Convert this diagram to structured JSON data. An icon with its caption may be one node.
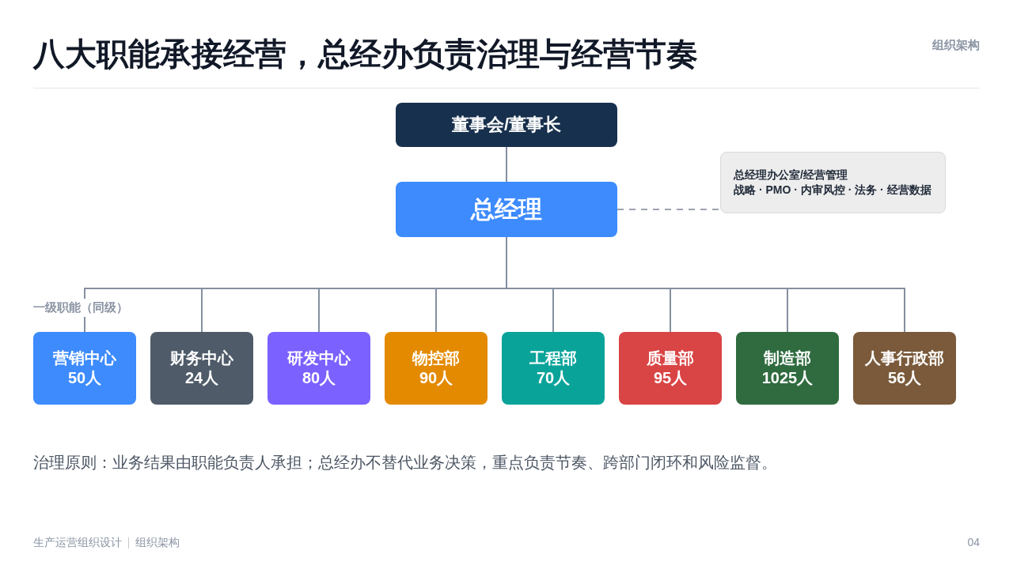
{
  "diagram": {
    "title": "八大职能承接经营，总经办负责治理与经营节奏",
    "nodes": [
      {
        "text": [
          "董事会/董事长"
        ]
      },
      {
        "text": [
          "总经理"
        ]
      },
      {
        "text": [
          "总经理办公室/经营管理",
          "战略 · PMO · 内审风控 · 法务 · 经营数据"
        ]
      },
      {
        "text": [
          "营销中心",
          "50人"
        ]
      },
      {
        "text": [
          "财务中心",
          "24人"
        ]
      },
      {
        "text": [
          "研发中心",
          "80人"
        ]
      },
      {
        "text": [
          "物控部",
          "90人"
        ]
      },
      {
        "text": [
          "工程部",
          "70人"
        ]
      },
      {
        "text": [
          "质量部",
          "95人"
        ]
      },
      {
        "text": [
          "制造部",
          "1025人"
        ]
      },
      {
        "text": [
          "人事行政部",
          "56人"
        ]
      }
    ],
    "edges": [
      {
        "from": 0,
        "to": 1,
        "arrow": "none"
      },
      {
        "from": 1,
        "to": 2,
        "arrow": "none",
        "style": "dashed"
      },
      {
        "from": 1,
        "to": 3,
        "arrow": "none"
      },
      {
        "from": 1,
        "to": 4,
        "arrow": "none"
      },
      {
        "from": 1,
        "to": 5,
        "arrow": "none"
      },
      {
        "from": 1,
        "to": 6,
        "arrow": "none"
      },
      {
        "from": 1,
        "to": 7,
        "arrow": "none"
      },
      {
        "from": 1,
        "to": 8,
        "arrow": "none"
      },
      {
        "from": 1,
        "to": 9,
        "arrow": "none"
      },
      {
        "from": 1,
        "to": 10,
        "arrow": "none"
      }
    ],
    "labels": [
      "组织架构",
      "一级职能（同级）",
      "治理原则：业务结果由职能负责人承担；总经办不替代业务决策，重点负责节奏、跨部门闭环和风险监督。",
      "生产运营组织设计",
      "组织架构",
      "04"
    ]
  }
}
